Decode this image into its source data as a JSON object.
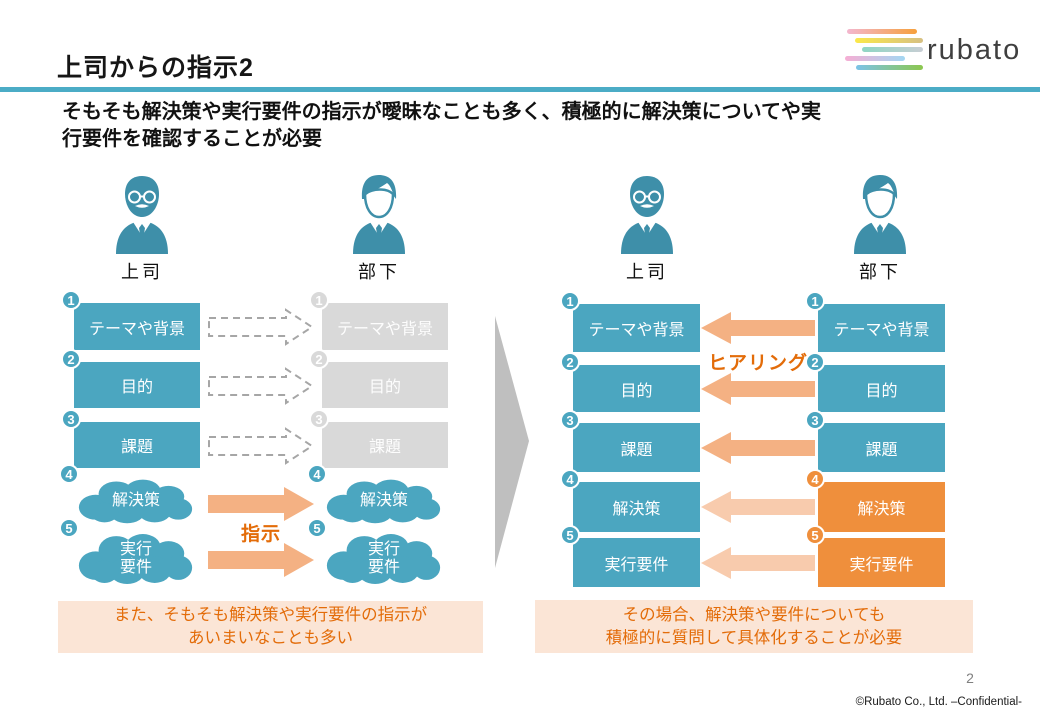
{
  "header": {
    "title": "上司からの指示2",
    "subtitle": "そもそも解決策や実行要件の指示が曖昧なことも多く、積極的に解決策についてや実\n行要件を確認することが必要"
  },
  "logo": {
    "brand": "rubato"
  },
  "left_panel": {
    "boss_label": "上司",
    "subordinate_label": "部下",
    "rows": [
      {
        "num": "1",
        "label": "テーマや背景"
      },
      {
        "num": "2",
        "label": "目的"
      },
      {
        "num": "3",
        "label": "課題"
      },
      {
        "num": "4",
        "label": "解決策"
      },
      {
        "num": "5",
        "label": "実行要件",
        "label_wrapped": "実行\n要件"
      }
    ],
    "flow_label": "指示",
    "note": "また、そもそも解決策や実行要件の指示が\nあいまいなことも多い"
  },
  "right_panel": {
    "boss_label": "上司",
    "subordinate_label": "部下",
    "rows": [
      {
        "num": "1",
        "label": "テーマや背景"
      },
      {
        "num": "2",
        "label": "目的"
      },
      {
        "num": "3",
        "label": "課題"
      },
      {
        "num": "4",
        "label": "解決策"
      },
      {
        "num": "5",
        "label": "実行要件"
      }
    ],
    "flow_label": "ヒアリング",
    "note": "その場合、解決策や要件についても\n積極的に質問して具体化することが必要"
  },
  "footer": {
    "page_number": "2",
    "copyright": "©Rubato Co., Ltd. –Confidential-"
  },
  "colors": {
    "teal": "#4BA6C0",
    "divider_teal": "#4BACC6",
    "gray_box": "#D9D9D9",
    "orange_box": "#EF8F3C",
    "arrow_peach": "#F4B183",
    "arrow_peach_light": "#F8CBAD",
    "note_bg": "#FBE5D6",
    "note_text": "#E36C09",
    "chevron_gray": "#BFBFBF"
  }
}
